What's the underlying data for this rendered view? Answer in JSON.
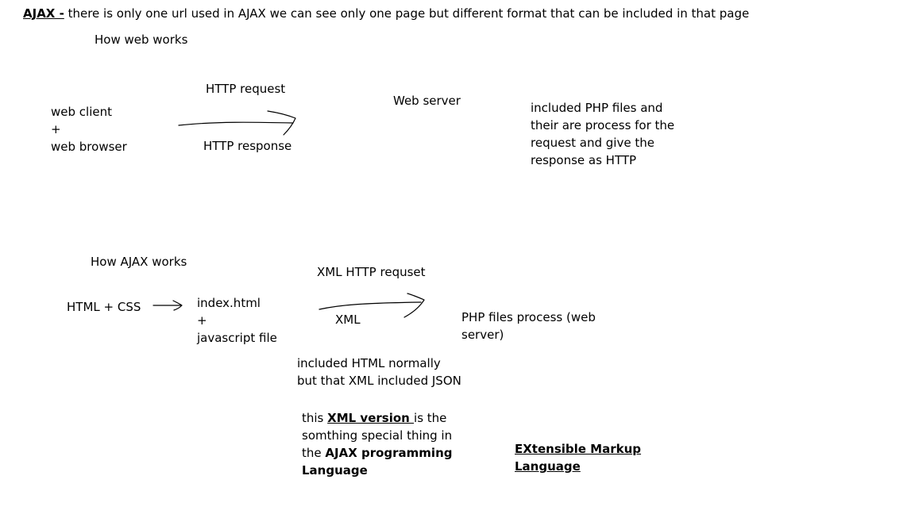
{
  "intro": {
    "keyword": "AJAX -",
    "text": " there is only one url used in AJAX we can see only one page but different format that can be included in that page"
  },
  "web_section": {
    "heading": "How web works",
    "client_line1": "web client",
    "client_plus": "+",
    "client_line2": "web browser",
    "request_label": "HTTP request",
    "response_label": "HTTP response",
    "server_label": "Web server",
    "note_lines": [
      "included PHP files and",
      "their are process for the",
      "request and give the",
      "response as HTTP"
    ]
  },
  "ajax_section": {
    "heading": "How AJAX works",
    "html_css": "HTML + CSS",
    "index_line1": "index.html",
    "index_plus": "+",
    "index_line2": "javascript file",
    "request_label": "XML HTTP requset",
    "xml_label": "XML",
    "php_lines": [
      "PHP files process (web",
      "server)"
    ],
    "note_lines": [
      "included HTML normally",
      "but that XML included JSON"
    ],
    "special": {
      "part1": "this ",
      "xml_version": "XML version ",
      "part2": "is the",
      "line2": "somthing special thing in",
      "line3_a": "the ",
      "line3_b": "AJAX programming",
      "line4": "Language"
    },
    "definition_lines": [
      "EXtensible Markup",
      "Language"
    ]
  }
}
